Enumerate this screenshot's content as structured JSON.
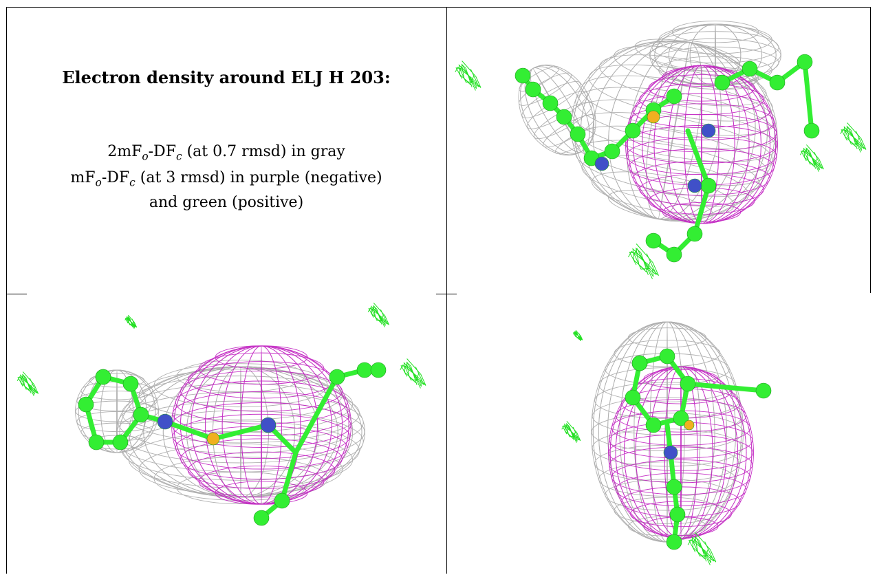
{
  "caption": {
    "title": "Electron density around ELJ H 203:",
    "line1": {
      "pre": "2mF",
      "sub1": "o",
      "mid": "-DF",
      "sub2": "c",
      "post": " (at 0.7 rmsd) in gray"
    },
    "line2": {
      "pre": "mF",
      "sub1": "o",
      "mid": "-DF",
      "sub2": "c",
      "post": " (at 3 rmsd) in purple (negative)"
    },
    "line3": "and green (positive)"
  },
  "colors": {
    "gray_mesh": "#a8a8a8",
    "purple_mesh": "#c020c0",
    "green_mesh": "#22e022",
    "carbon": "#33ee33",
    "nitrogen": "#4050c8",
    "sulfur": "#f0b020"
  },
  "views": [
    "view-1",
    "view-2",
    "view-3"
  ]
}
